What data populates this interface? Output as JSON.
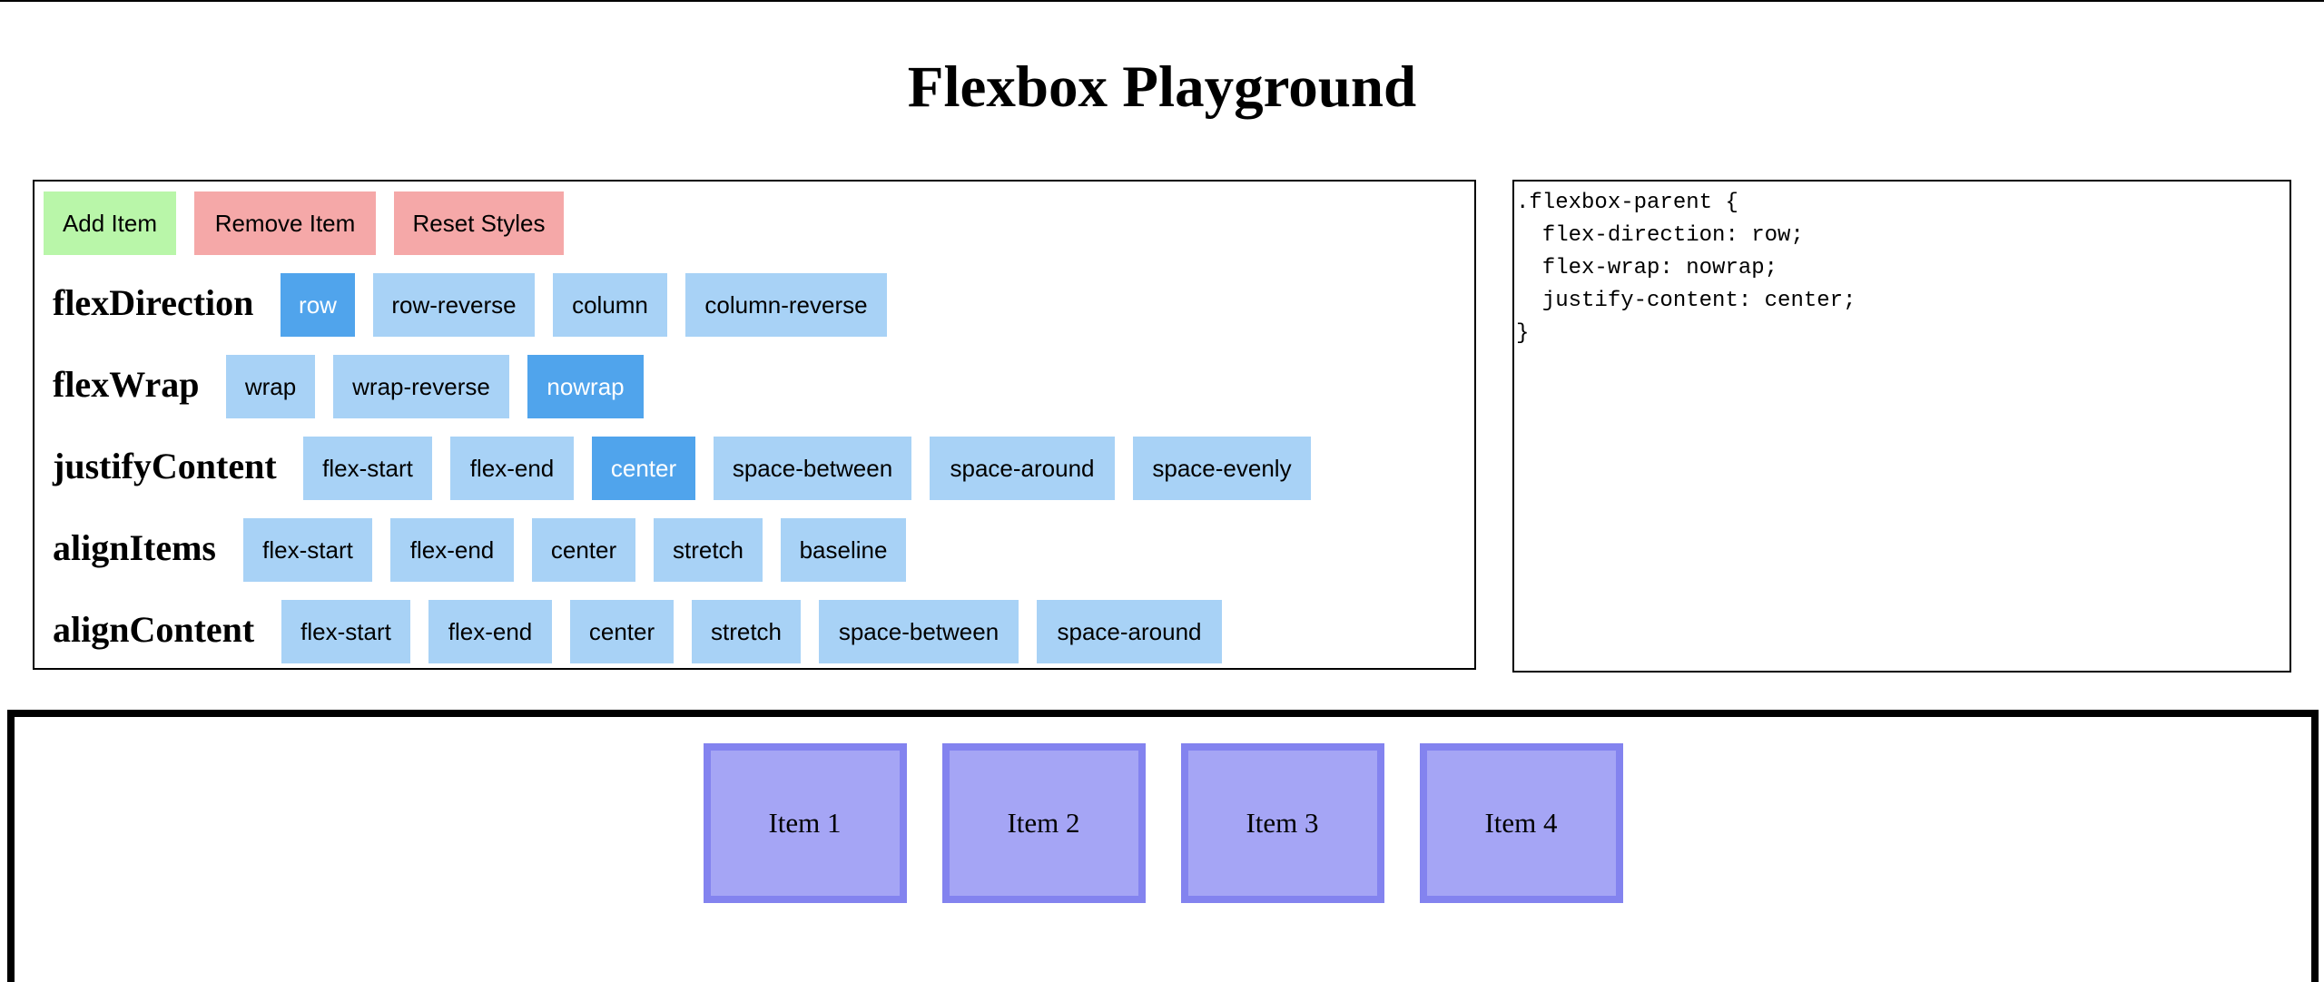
{
  "page": {
    "title": "Flexbox Playground"
  },
  "actions": {
    "add": "Add Item",
    "remove": "Remove Item",
    "reset": "Reset Styles"
  },
  "controls": {
    "flexDirection": {
      "label": "flexDirection",
      "options": [
        "row",
        "row-reverse",
        "column",
        "column-reverse"
      ],
      "selected": "row"
    },
    "flexWrap": {
      "label": "flexWrap",
      "options": [
        "wrap",
        "wrap-reverse",
        "nowrap"
      ],
      "selected": "nowrap"
    },
    "justifyContent": {
      "label": "justifyContent",
      "options": [
        "flex-start",
        "flex-end",
        "center",
        "space-between",
        "space-around",
        "space-evenly"
      ],
      "selected": "center"
    },
    "alignItems": {
      "label": "alignItems",
      "options": [
        "flex-start",
        "flex-end",
        "center",
        "stretch",
        "baseline"
      ],
      "selected": ""
    },
    "alignContent": {
      "label": "alignContent",
      "options": [
        "flex-start",
        "flex-end",
        "center",
        "stretch",
        "space-between",
        "space-around"
      ],
      "selected": ""
    }
  },
  "code": {
    "lines": [
      ".flexbox-parent {",
      "  flex-direction: row;",
      "  flex-wrap: nowrap;",
      "  justify-content: center;",
      "}"
    ]
  },
  "items": [
    "Item 1",
    "Item 2",
    "Item 3",
    "Item 4"
  ],
  "colors": {
    "add_button": "#b9f6a9",
    "remove_button": "#f5a8a8",
    "option": "#a8d2f6",
    "option_active": "#50a4ec",
    "item_fill": "#a5a5f5",
    "item_border": "#8383ef"
  }
}
